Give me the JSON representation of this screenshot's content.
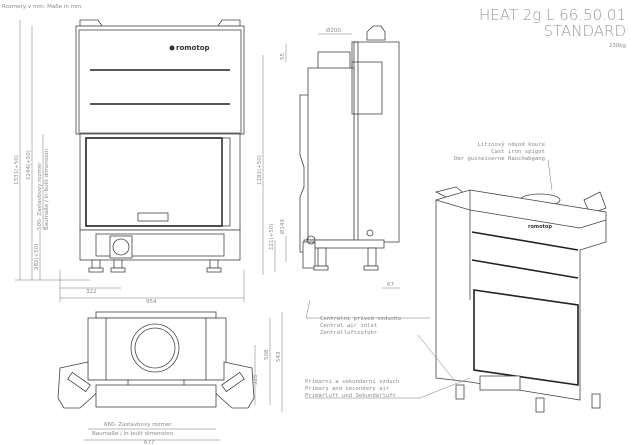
{
  "header": {
    "units_note": "Rozmery v mm; Maße in mm",
    "model": "HEAT 2g L 66.50.01",
    "variant": "STANDARD",
    "weight": "230kg"
  },
  "front_view": {
    "logo": "romotop",
    "dim_total_height": "1331(+50)",
    "dim_height_2": "1244(+50)",
    "dim_inbuilt_1": "500- Zastavbovy rozmer",
    "dim_inbuilt_2": "Baumaße / In-built dimension",
    "dim_base": "282(+50)",
    "dim_322": "322",
    "dim_width": "954"
  },
  "side_view": {
    "dim_flue": "Ø200",
    "dim_55": "55",
    "dim_height": "1181(+50)",
    "dim_inlet_height": "121(+50)",
    "dim_inlet_dia": "Ø149",
    "dim_67": "67"
  },
  "top_view": {
    "dim_508": "508",
    "dim_543": "543",
    "dim_325": "325",
    "dim_inbuilt_1": "660- Zastavbovy rozmer",
    "dim_inbuilt_2": "Baumaße / In-built dimension",
    "dim_677": "677"
  },
  "callouts": {
    "spigot": [
      "Litinový odvod koure",
      "Cast iron spigot",
      "Der gusseiserne Rauchabgang"
    ],
    "central_air": [
      "Centralni privod vzduchu",
      "Central air inlet",
      "Zentralluftzufuhr"
    ],
    "primary_air": [
      "Primarni a sekundarni vzduch",
      "Primary and secondary air",
      "Primärluft und Sekundärluft"
    ]
  }
}
